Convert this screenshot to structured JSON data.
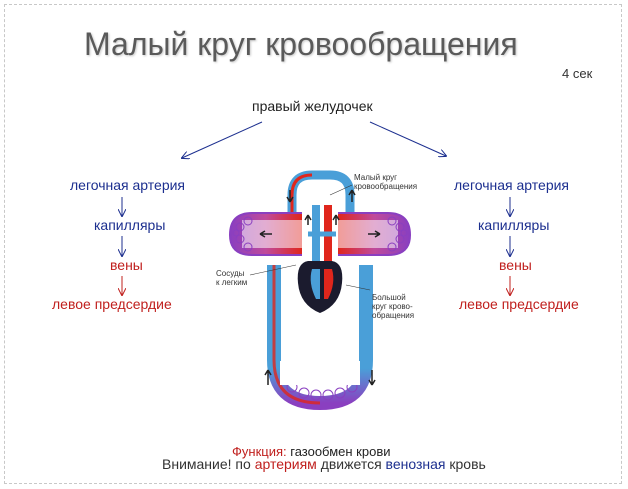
{
  "title": "Малый круг кровообращения",
  "time_label": "4 сек",
  "root": "правый желудочек",
  "left_chain": {
    "artery": "легочная артерия",
    "capillaries": "капилляры",
    "veins": "вены",
    "atrium": "левое предсердие"
  },
  "right_chain": {
    "artery": "легочная артерия",
    "capillaries": "капилляры",
    "veins": "вены",
    "atrium": "левое предсердие"
  },
  "figure": {
    "label_small_circle": "Малый круг\nкровообращения",
    "label_vessels": "Сосуды\nк легким",
    "label_big_circle": "Большой\nкруг крово-\nобращения"
  },
  "function_line": {
    "prefix": "Функция:",
    "text": "газообмен крови"
  },
  "note_line": {
    "w1": "Внимание! по",
    "w2": "артериям",
    "w3": "движется",
    "w4": "венозная",
    "w5": "кровь"
  },
  "colors": {
    "blue_text": "#1c2f8f",
    "red_text": "#c0201e",
    "artery_red": "#e0261c",
    "vein_blue": "#4a9fd8",
    "capillary_purple": "#8a3fc0"
  }
}
